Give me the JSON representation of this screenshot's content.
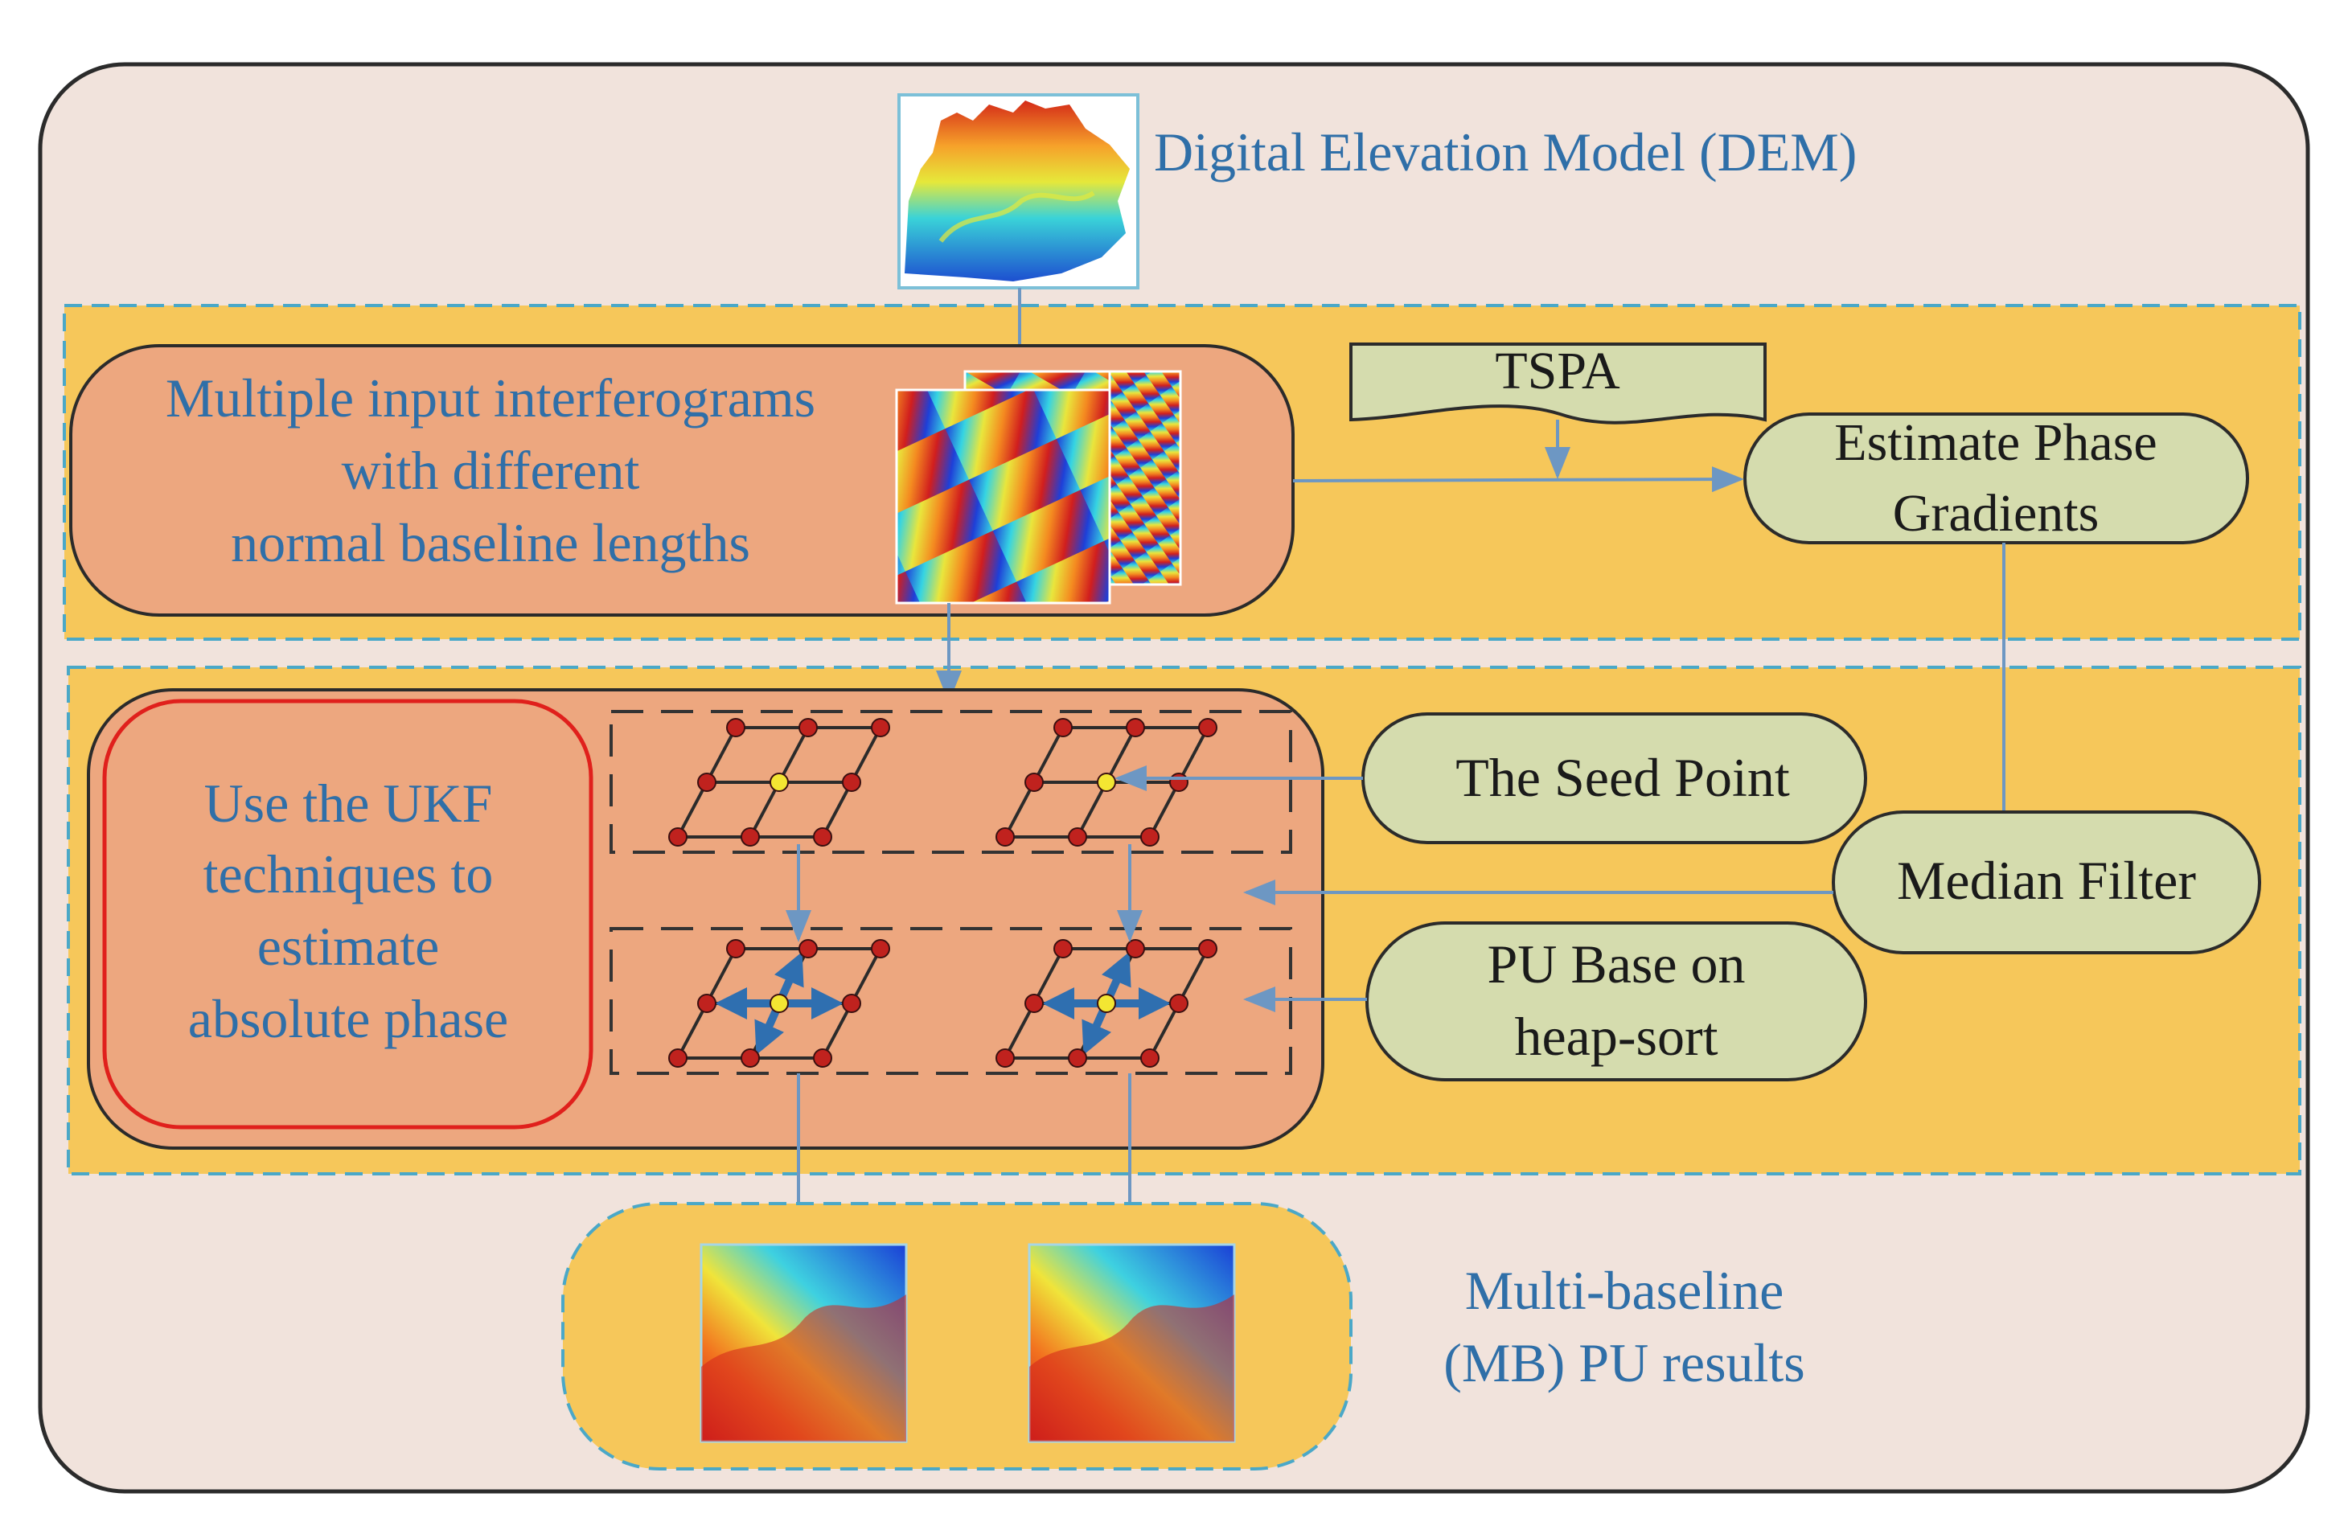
{
  "labels": {
    "dem": "Digital Elevation Model (DEM)",
    "interferograms_line1": "Multiple input interferograms",
    "interferograms_line2": "with different",
    "interferograms_line3": "normal baseline lengths",
    "tspa": "TSPA",
    "estimate_line1": "Estimate Phase",
    "estimate_line2": "Gradients",
    "seed_point": "The Seed Point",
    "median_filter": "Median Filter",
    "pu_line1": "PU Base on",
    "pu_line2": "heap-sort",
    "ukf_line1": "Use the UKF",
    "ukf_line2": "techniques to",
    "ukf_line3": "estimate",
    "ukf_line4": "absolute phase",
    "mb_line1": "Multi-baseline",
    "mb_line2": "(MB) PU results"
  },
  "colors": {
    "outer_bg": "#f1e3dc",
    "band_bg": "#f6c75a",
    "band_border": "#4aa8c8",
    "salmon_box": "#eda77f",
    "green_box": "#d5dcae",
    "arrow": "#6d97c3",
    "label_blue": "#2f6fa8",
    "text_dark": "#1a1a1a",
    "node_red": "#c0221e",
    "node_yellow": "#f3e632",
    "red_border": "#e0201c"
  },
  "icons": {
    "dem": "dem-terrain-image",
    "interferograms": "interferogram-fringe-images",
    "results": "unwrapped-phase-images"
  }
}
